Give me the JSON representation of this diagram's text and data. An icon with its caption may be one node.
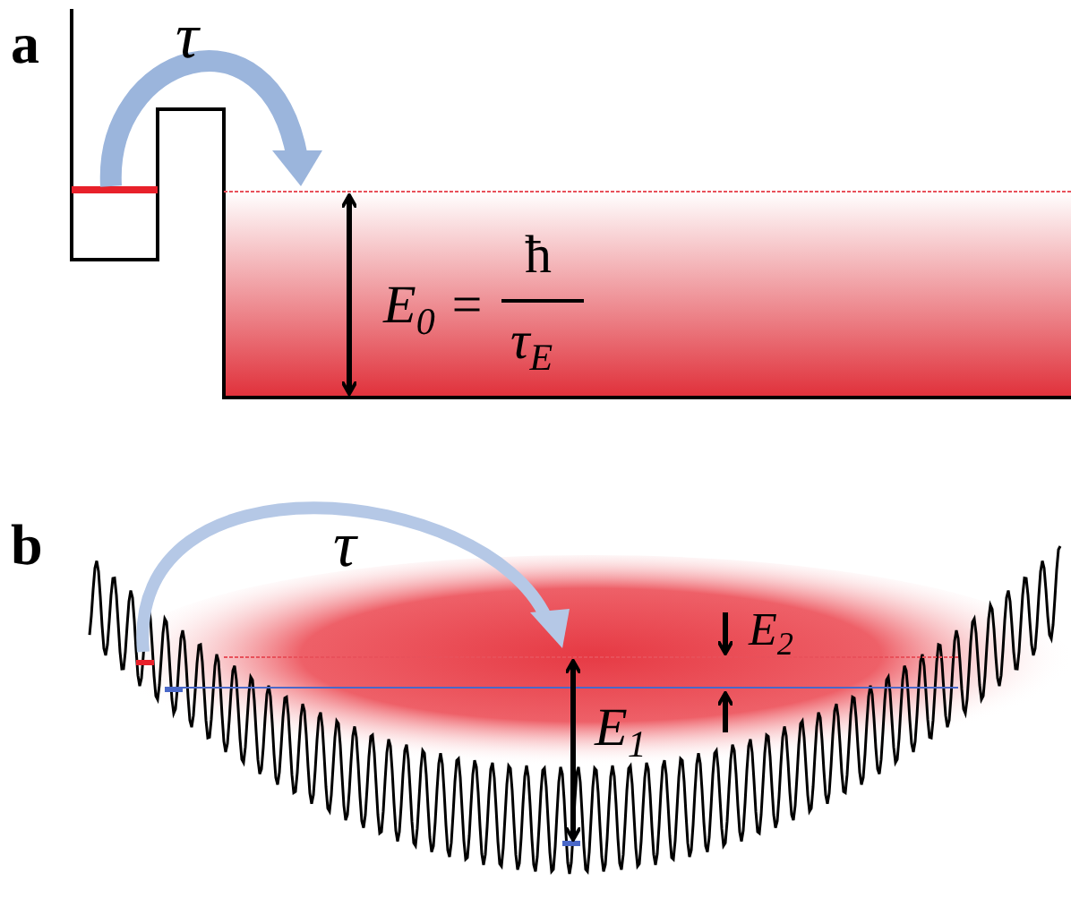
{
  "diagram": {
    "labels": [
      "a",
      "τ",
      "E$_{0}$ =",
      "ħ",
      "τ$_{E}$",
      "b",
      "τ",
      "E$_{2}$",
      "E$_{1}$"
    ]
  }
}
